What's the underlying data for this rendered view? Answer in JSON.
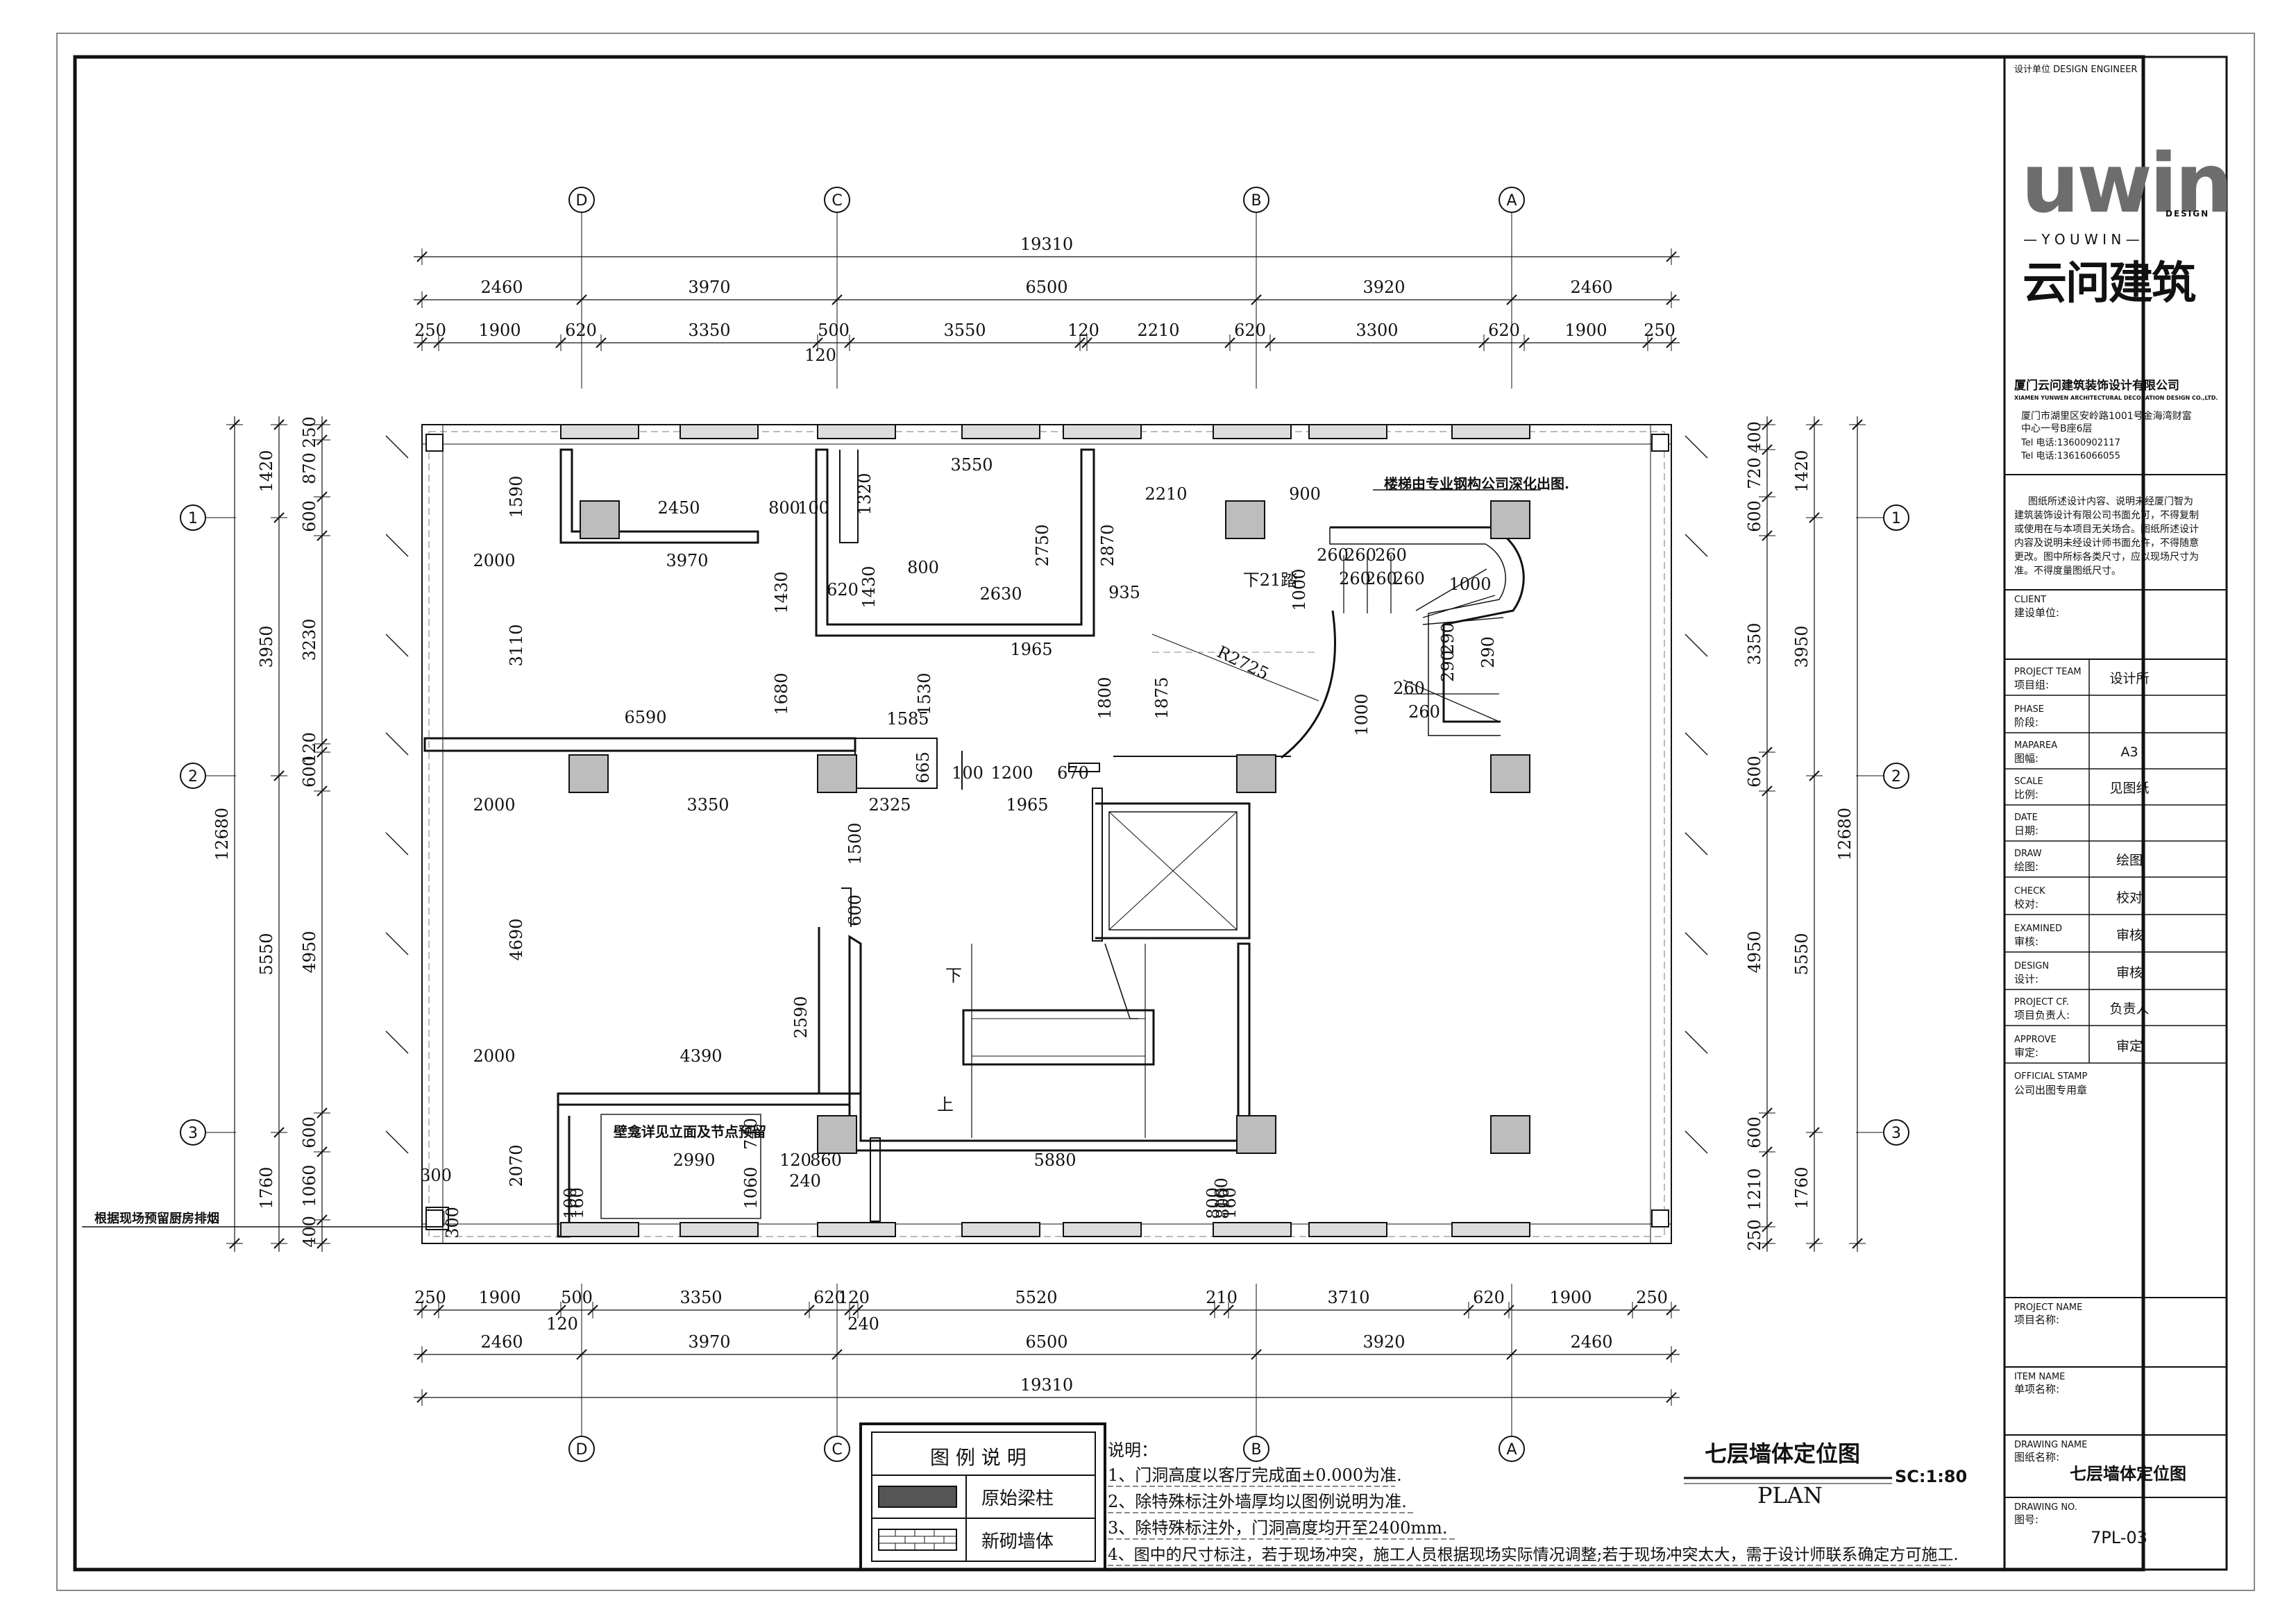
{
  "company": {
    "design_unit_label": "设计单位 DESIGN ENGINEER",
    "logo_text": "uwin",
    "logo_sub": "DESIGN",
    "youwin": "— Y O U  W I N —",
    "brand_cn": "云问建筑",
    "name_cn": "厦门云问建筑装饰设计有限公司",
    "name_en": "XIAMEN YUNWEN ARCHITECTURAL DECORATION DESIGN CO.,LTD.",
    "address1": "厦门市湖里区安岭路1001号金海湾财富",
    "address2": "中心一号B座6层",
    "tel1": "Tel    电话:13600902117",
    "tel2": "Tel    电话:13616066055",
    "notice": [
      "图纸所述设计内容、说明未经厦门智为",
      "建筑装饰设计有限公司书面允可，不得复制",
      "或使用在与本项目无关场合。图纸所述设计",
      "内容及说明未经设计师书面允许，不得随意",
      "更改。图中所标各类尺寸，应以现场尺寸为",
      "准。不得度量图纸尺寸。"
    ]
  },
  "title_block": {
    "client_en": "CLIENT",
    "client_cn": "建设单位:",
    "team_en": "PROJECT TEAM",
    "team_cn": "项目组:",
    "team_val": "设计所",
    "phase_en": "PHASE",
    "phase_cn": "阶段:",
    "area_en": "MAPAREA",
    "area_cn": "图幅:",
    "area_val": "A3",
    "scale_en": "SCALE",
    "scale_cn": "比例:",
    "scale_val": "见图纸",
    "date_en": "DATE",
    "date_cn": "日期:",
    "draw_en": "DRAW",
    "draw_cn": "绘图:",
    "draw_val": "绘图",
    "check_en": "CHECK",
    "check_cn": "校对:",
    "check_val": "校对",
    "exam_en": "EXAMINED",
    "exam_cn": "审核:",
    "exam_val": "审核",
    "design_en": "DESIGN",
    "design_cn": "设计:",
    "design_val": "审核",
    "pcf_en": "PROJECT CF.",
    "pcf_cn": "项目负责人:",
    "pcf_val": "负责人",
    "approve_en": "APPROVE",
    "approve_cn": "审定:",
    "approve_val": "审定",
    "stamp_en": "OFFICIAL STAMP",
    "stamp_cn": "公司出图专用章",
    "pname_en": "PROJECT NAME",
    "pname_cn": "项目名称:",
    "item_en": "ITEM NAME",
    "item_cn": "单项名称:",
    "dname_en": "DRAWING NAME",
    "dname_cn": "图纸名称:",
    "dname_val": "七层墙体定位图",
    "dno_en": "DRAWING NO.",
    "dno_cn": "图号:",
    "dno_val": "7PL-03"
  },
  "drawing": {
    "title": "七层墙体定位图",
    "plan": "PLAN",
    "scale": "SC:1:80",
    "axes_cols": [
      "D",
      "C",
      "B",
      "A"
    ],
    "axes_rows": [
      "1",
      "2",
      "3"
    ],
    "total_w": "19310",
    "top_dims1": [
      "2460",
      "3970",
      "6500",
      "3920",
      "2460"
    ],
    "top_dims2": [
      "250",
      "1900",
      "620",
      "3350",
      "500",
      "3550",
      "120",
      "2210",
      "620",
      "3300",
      "620",
      "1900",
      "250"
    ],
    "top_small": "120",
    "bot_dims2": [
      "250",
      "1900",
      "500",
      "3350",
      "620",
      "120",
      "5520",
      "210",
      "3710",
      "620",
      "1900",
      "250"
    ],
    "bot_small1": "120",
    "bot_small2": "240",
    "bot_dims1": [
      "2460",
      "3970",
      "6500",
      "3920",
      "2460"
    ],
    "total_h": "12680",
    "left_dims1": [
      "1420",
      "3950",
      "5550",
      "1760"
    ],
    "left_dims2": [
      "250",
      "870",
      "600",
      "3230",
      "120",
      "600",
      "4950",
      "600",
      "1060",
      "400"
    ],
    "right_dims2": [
      "400",
      "720",
      "600",
      "3350",
      "600",
      "4950",
      "600",
      "1210",
      "250"
    ],
    "right_dims1": [
      "1420",
      "3950",
      "5550",
      "1760"
    ],
    "inner": [
      "1590",
      "2450",
      "800",
      "100",
      "1320",
      "3550",
      "2210",
      "900",
      "2000",
      "3970",
      "800",
      "2630",
      "620",
      "1430",
      "2750",
      "2870",
      "935",
      "3110",
      "1965",
      "1430",
      "R2725",
      "1680",
      "1530",
      "1800",
      "1875",
      "6590",
      "1585",
      "665",
      "100",
      "1200",
      "670",
      "2000",
      "3350",
      "2325",
      "1965",
      "1500",
      "600",
      "4690",
      "2590",
      "2000",
      "4390",
      "2070",
      "740",
      "2990",
      "120",
      "860",
      "5880",
      "240",
      "1060",
      "300",
      "300",
      "160",
      "800",
      "100",
      "160",
      "800",
      "160",
      "1000",
      "1000",
      "260",
      "260",
      "260",
      "260",
      "260",
      "260",
      "1000",
      "290",
      "290",
      "290",
      "260",
      "260",
      "下21踏",
      "下",
      "上"
    ],
    "note_stair": "楼梯由专业钢构公司深化出图.",
    "note_niche": "壁龛详见立面及节点预留",
    "note_kitchen": "根据现场预留厨房排烟"
  },
  "legend": {
    "title": "图 例 说 明",
    "items": [
      "原始梁柱",
      "新砌墙体"
    ]
  },
  "notes": {
    "title": "说明：",
    "lines": [
      "1、门洞高度以客厅完成面±0.000为准.",
      "2、除特殊标注外墙厚均以图例说明为准.",
      "3、除特殊标注外，门洞高度均开至2400mm.",
      "4、图中的尺寸标注，若于现场冲突，施工人员根据现场实际情况调整;若于现场冲突太大，需于设计师联系确定方可施工."
    ]
  },
  "colors": {
    "line": "#111111",
    "column": "#bdbdbd",
    "accent": "#555555"
  }
}
